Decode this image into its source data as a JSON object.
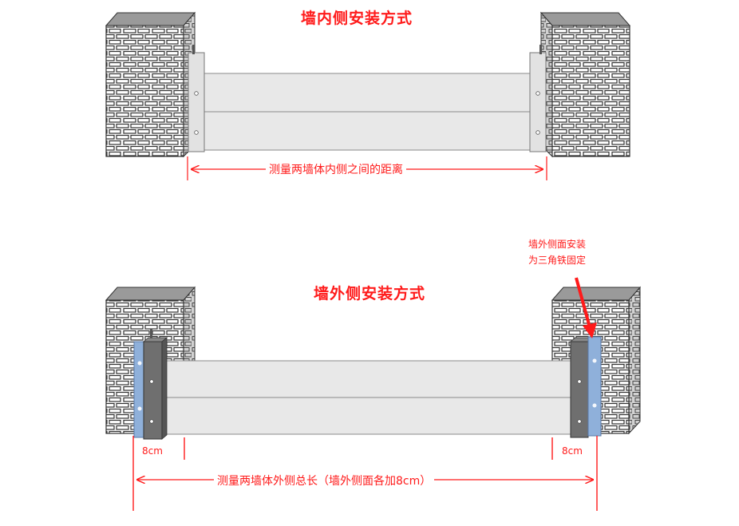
{
  "inner": {
    "title": "墙内侧安装方式",
    "measure_label": "测量两墙体内侧之间的距离"
  },
  "outer": {
    "title": "墙外侧安装方式",
    "callout_line1": "墙外侧面安装",
    "callout_line2": "为三角铁固定",
    "left_offset_label": "8cm",
    "right_offset_label": "8cm",
    "measure_label": "测量两墙体外侧总长（墙外侧面各加8cm）"
  },
  "colors": {
    "accent_red": "#ff1a1a",
    "brick_fill": "#ffffff",
    "brick_outline": "#333333",
    "brick_top": "#9a9a9a",
    "brick_side": "#c8c8c8",
    "barrier": "#e6e6e6",
    "post_dark": "#6f6f6f",
    "bracket_blue": "#8fb0da"
  }
}
